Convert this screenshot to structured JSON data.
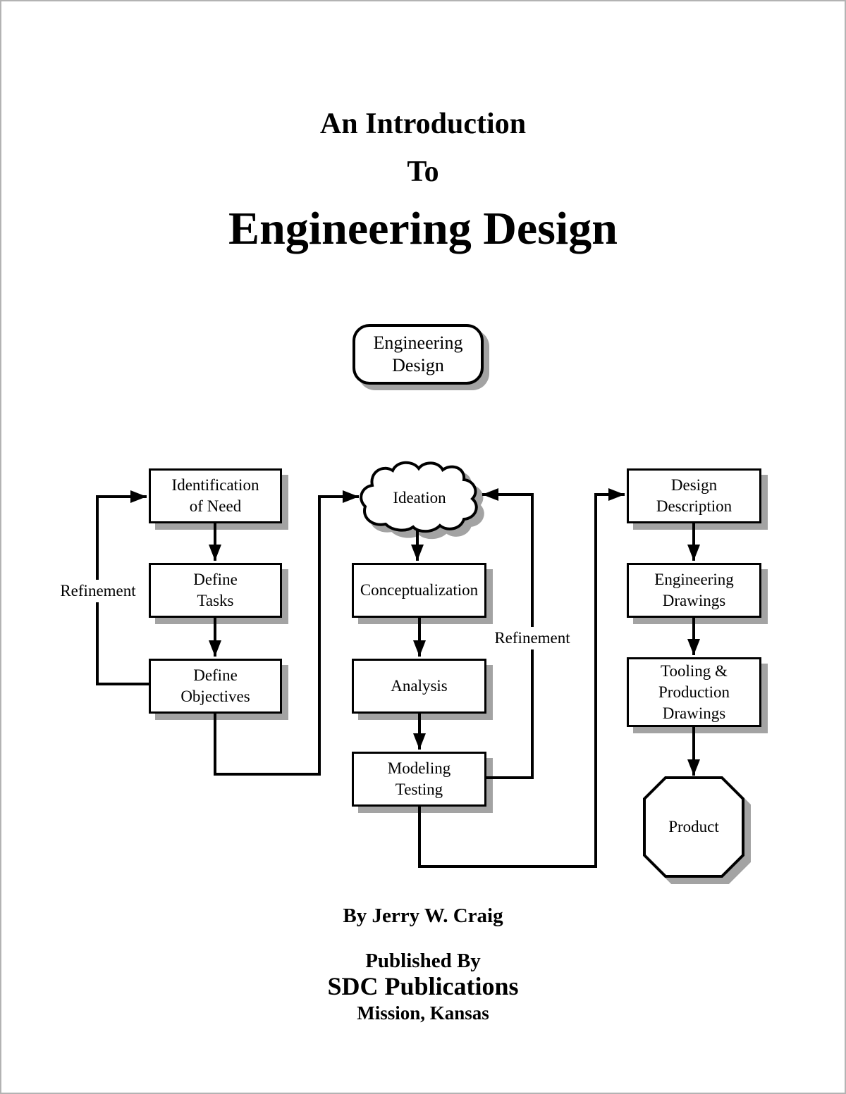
{
  "title": {
    "line1": "An Introduction",
    "line2": "To",
    "line3": "Engineering Design"
  },
  "header_node": {
    "label": "Engineering\nDesign"
  },
  "flowchart": {
    "refinement_left": "Refinement",
    "refinement_right": "Refinement",
    "nodes": {
      "identification": "Identification\nof Need",
      "define_tasks": "Define\nTasks",
      "define_objectives": "Define\nObjectives",
      "ideation": "Ideation",
      "conceptualization": "Conceptualization",
      "analysis": "Analysis",
      "modeling_testing": "Modeling\nTesting",
      "design_description": "Design\nDescription",
      "engineering_drawings": "Engineering\nDrawings",
      "tooling_production": "Tooling &\nProduction\nDrawings",
      "product": "Product"
    }
  },
  "footer": {
    "author": "By Jerry W. Craig",
    "published_by": "Published By",
    "publisher": "SDC Publications",
    "location": "Mission, Kansas"
  },
  "colors": {
    "ink": "#000000",
    "shadow": "#a3a3a3",
    "background": "#ffffff",
    "page_border": "#b3b3b3"
  }
}
